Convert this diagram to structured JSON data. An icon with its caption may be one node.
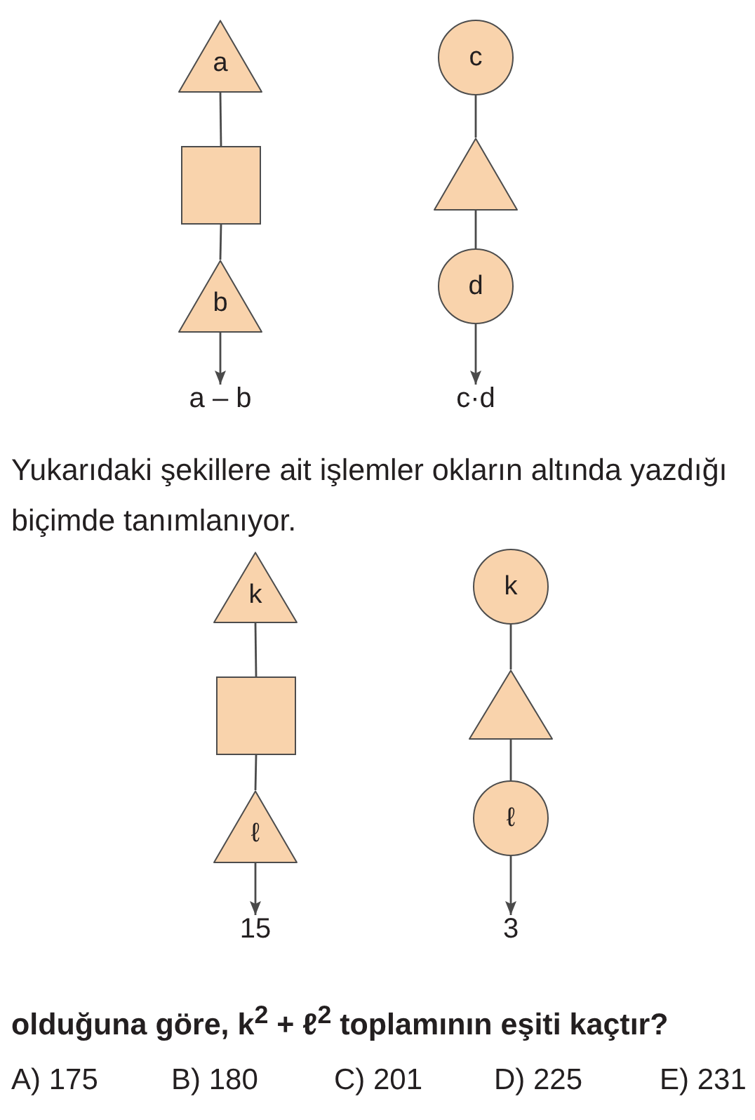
{
  "diagram": {
    "nodes": [
      {
        "text": [
          "a"
        ]
      },
      {
        "text": [],
        "shape": "box"
      },
      {
        "text": [
          "b"
        ]
      },
      {
        "text": [
          "a – b"
        ]
      },
      {
        "text": [
          "c"
        ]
      },
      {
        "text": [],
        "shape": "triangle"
      },
      {
        "text": [
          "d"
        ]
      },
      {
        "text": [
          "c·d"
        ]
      },
      {
        "text": [
          "k"
        ]
      },
      {
        "text": [],
        "shape": "box"
      },
      {
        "text": [
          "ℓ"
        ]
      },
      {
        "text": [
          "15"
        ]
      },
      {
        "text": [
          "k"
        ]
      },
      {
        "text": [],
        "shape": "triangle"
      },
      {
        "text": [
          "ℓ"
        ]
      },
      {
        "text": [
          "3"
        ]
      }
    ],
    "edges": [
      {
        "from": 0,
        "to": 1,
        "arrow": "none"
      },
      {
        "from": 1,
        "to": 2,
        "arrow": "none"
      },
      {
        "from": 2,
        "to": 3,
        "arrow": "to"
      },
      {
        "from": 4,
        "to": 5,
        "arrow": "none"
      },
      {
        "from": 5,
        "to": 6,
        "arrow": "none"
      },
      {
        "from": 6,
        "to": 7,
        "arrow": "to"
      },
      {
        "from": 8,
        "to": 9,
        "arrow": "none"
      },
      {
        "from": 9,
        "to": 10,
        "arrow": "none"
      },
      {
        "from": 10,
        "to": 11,
        "arrow": "to"
      },
      {
        "from": 12,
        "to": 13,
        "arrow": "none"
      },
      {
        "from": 13,
        "to": 14,
        "arrow": "none"
      },
      {
        "from": 14,
        "to": 15,
        "arrow": "to"
      }
    ],
    "labels": [
      "Yukarıdaki şekillere ait işlemler okların altında yazdığı biçimde tanımlanıyor.",
      "olduğuna göre, k$^{2}$ + ℓ$^{2}$ toplamının eşiti kaçtır?",
      "A) 175",
      "B) 180",
      "C) 201",
      "D) 225",
      "E) 231"
    ]
  }
}
